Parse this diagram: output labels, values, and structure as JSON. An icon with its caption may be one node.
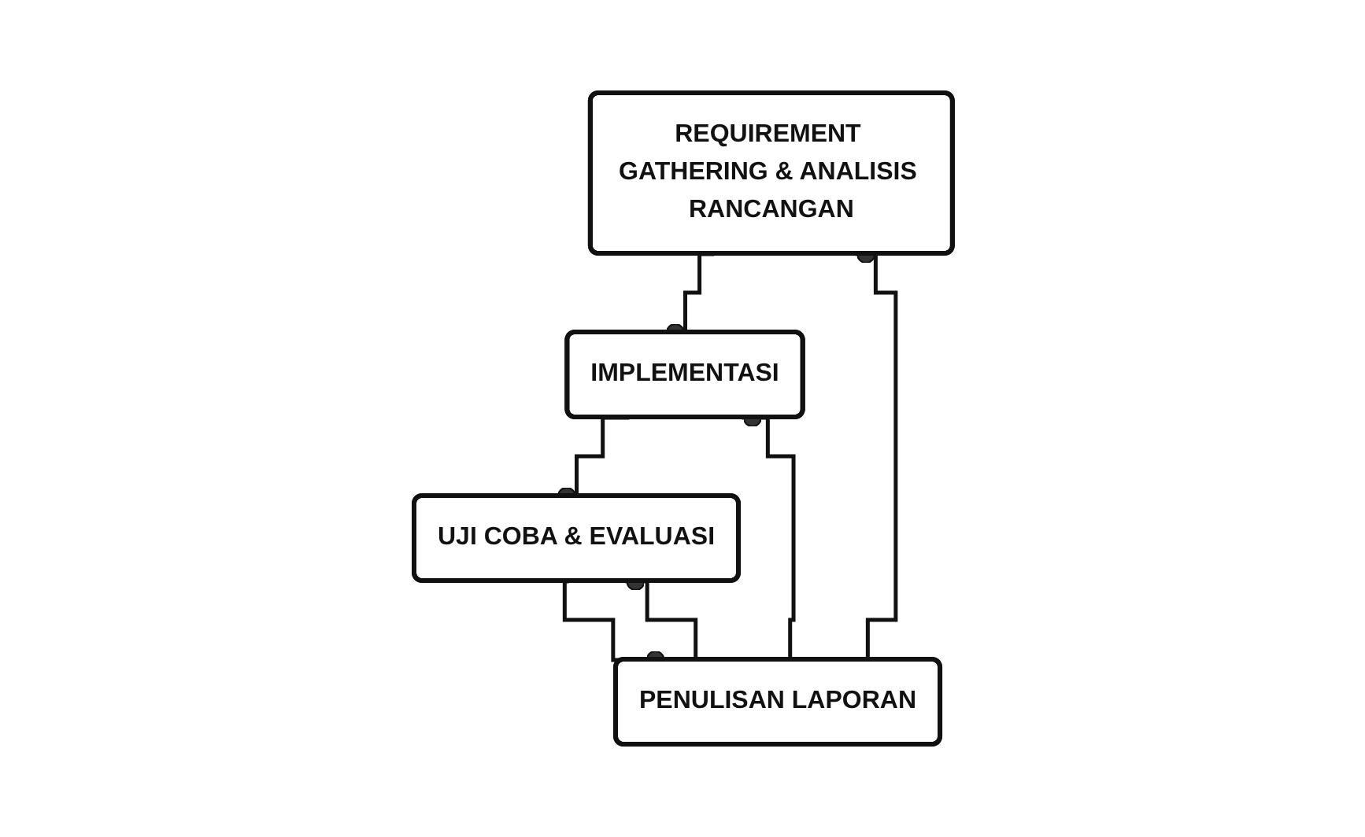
{
  "diagram": {
    "nodes": [
      {
        "text": [
          "REQUIREMENT GATHERING & ANALISIS RANCANGAN"
        ]
      },
      {
        "text": [
          "IMPLEMENTASI"
        ]
      },
      {
        "text": [
          "UJI COBA & EVALUASI"
        ]
      },
      {
        "text": [
          "PENULISAN LAPORAN"
        ]
      }
    ],
    "edges": [
      {
        "from": 0,
        "to": 1,
        "arrow": "other"
      },
      {
        "from": 1,
        "to": 2,
        "arrow": "other"
      },
      {
        "from": 2,
        "to": 3,
        "arrow": "other"
      },
      {
        "from": 3,
        "to": 0,
        "arrow": "other"
      },
      {
        "from": 3,
        "to": 1,
        "arrow": "other"
      },
      {
        "from": 3,
        "to": 2,
        "arrow": "other"
      }
    ]
  }
}
